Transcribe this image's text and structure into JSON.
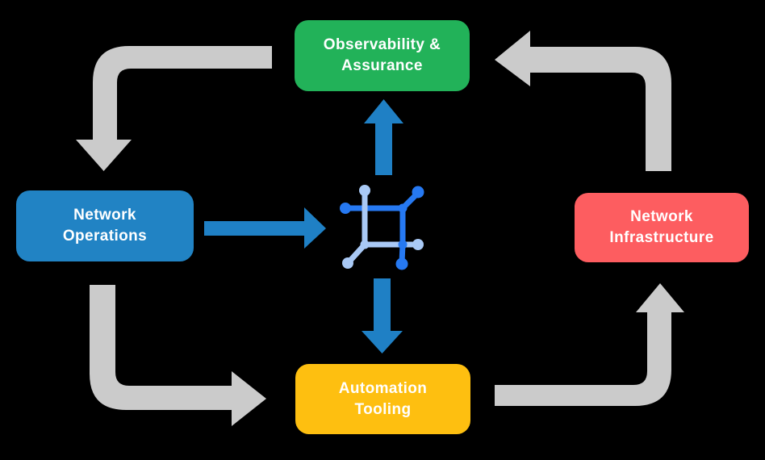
{
  "colors": {
    "background": "#000000",
    "arrow_gray": "#cbcbcb",
    "arrow_blue": "#1f80c5",
    "node_green": "#22b259",
    "node_blue": "#2183c4",
    "node_red": "#fd5d60",
    "node_yellow": "#febf10",
    "icon_dark_blue": "#2679f2",
    "icon_light_blue": "#a9c9f5",
    "label_text": "#ffffff"
  },
  "nodes": {
    "observability": {
      "label": "Observability &\nAssurance",
      "color": "#22b259"
    },
    "operations": {
      "label": "Network\nOperations",
      "color": "#2183c4"
    },
    "infrastructure": {
      "label": "Network\nInfrastructure",
      "color": "#fd5d60"
    },
    "automation": {
      "label": "Automation\nTooling",
      "color": "#febf10"
    }
  },
  "center_icon": {
    "name": "network-chip-icon"
  },
  "flows": [
    {
      "from": "observability",
      "to": "operations",
      "style": "gray-elbow"
    },
    {
      "from": "operations",
      "to": "automation",
      "style": "gray-elbow"
    },
    {
      "from": "automation",
      "to": "infrastructure",
      "style": "gray-elbow"
    },
    {
      "from": "infrastructure",
      "to": "observability",
      "style": "gray-elbow"
    },
    {
      "from": "operations",
      "to": "center-icon",
      "style": "blue-straight"
    },
    {
      "from": "center-icon",
      "to": "observability",
      "style": "blue-straight"
    },
    {
      "from": "center-icon",
      "to": "automation",
      "style": "blue-straight"
    }
  ]
}
